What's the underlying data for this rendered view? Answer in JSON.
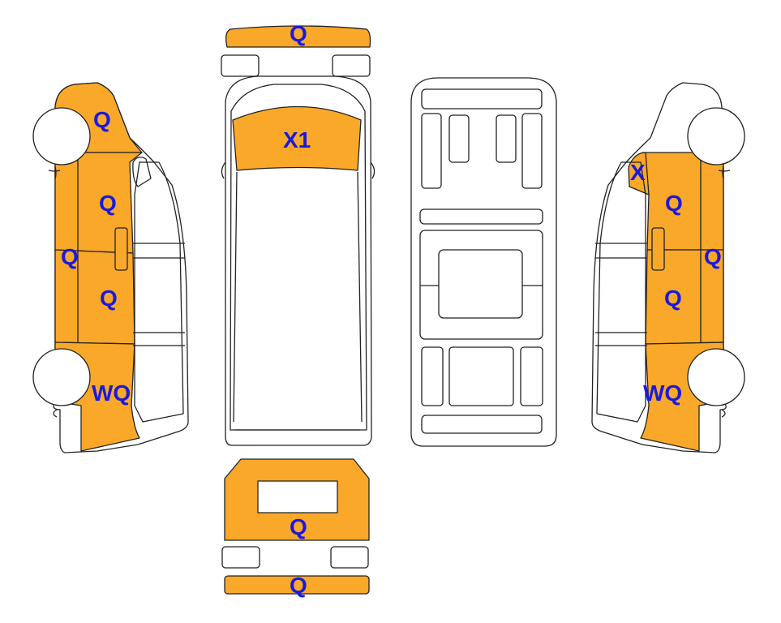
{
  "colors": {
    "damage_fill": "#F9A82A",
    "outline": "#222222",
    "label": "#1A1ADC",
    "background": "#FFFFFF"
  },
  "labels": {
    "front_bumper": "Q",
    "hood": "X1",
    "rear_door": "Q",
    "rear_bumper": "Q",
    "left_front_fender": "Q",
    "left_front_door": "Q",
    "left_mid": "Q",
    "left_sliding_door": "Q",
    "left_rear_quarter": "WQ",
    "right_a_pillar": "X",
    "right_front_door": "Q",
    "right_mid": "Q",
    "right_sliding_door": "Q",
    "right_rear_quarter": "WQ"
  }
}
